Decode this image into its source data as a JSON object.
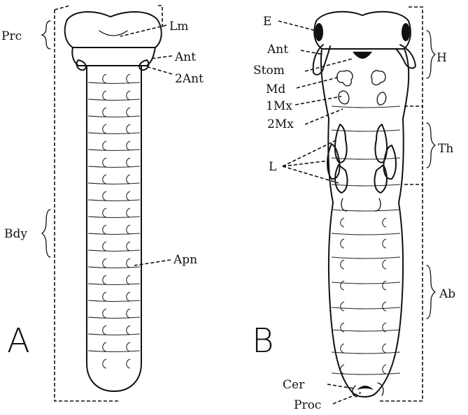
{
  "figure_a": {
    "letter": "A",
    "labels": {
      "prc": "Prc",
      "bdy": "Bdy",
      "lm": "Lm",
      "ant": "Ant",
      "ant2": "2Ant",
      "apn": "Apn"
    }
  },
  "figure_b": {
    "letter": "B",
    "labels": {
      "e": "E",
      "ant": "Ant",
      "stom": "Stom",
      "md": "Md",
      "mx1": "1Mx",
      "mx2": "2Mx",
      "l": "L",
      "h": "H",
      "th": "Th",
      "ab": "Ab",
      "cer": "Cer",
      "proc": "Proc"
    }
  },
  "colors": {
    "ink": "#111111",
    "paper": "#ffffff"
  }
}
